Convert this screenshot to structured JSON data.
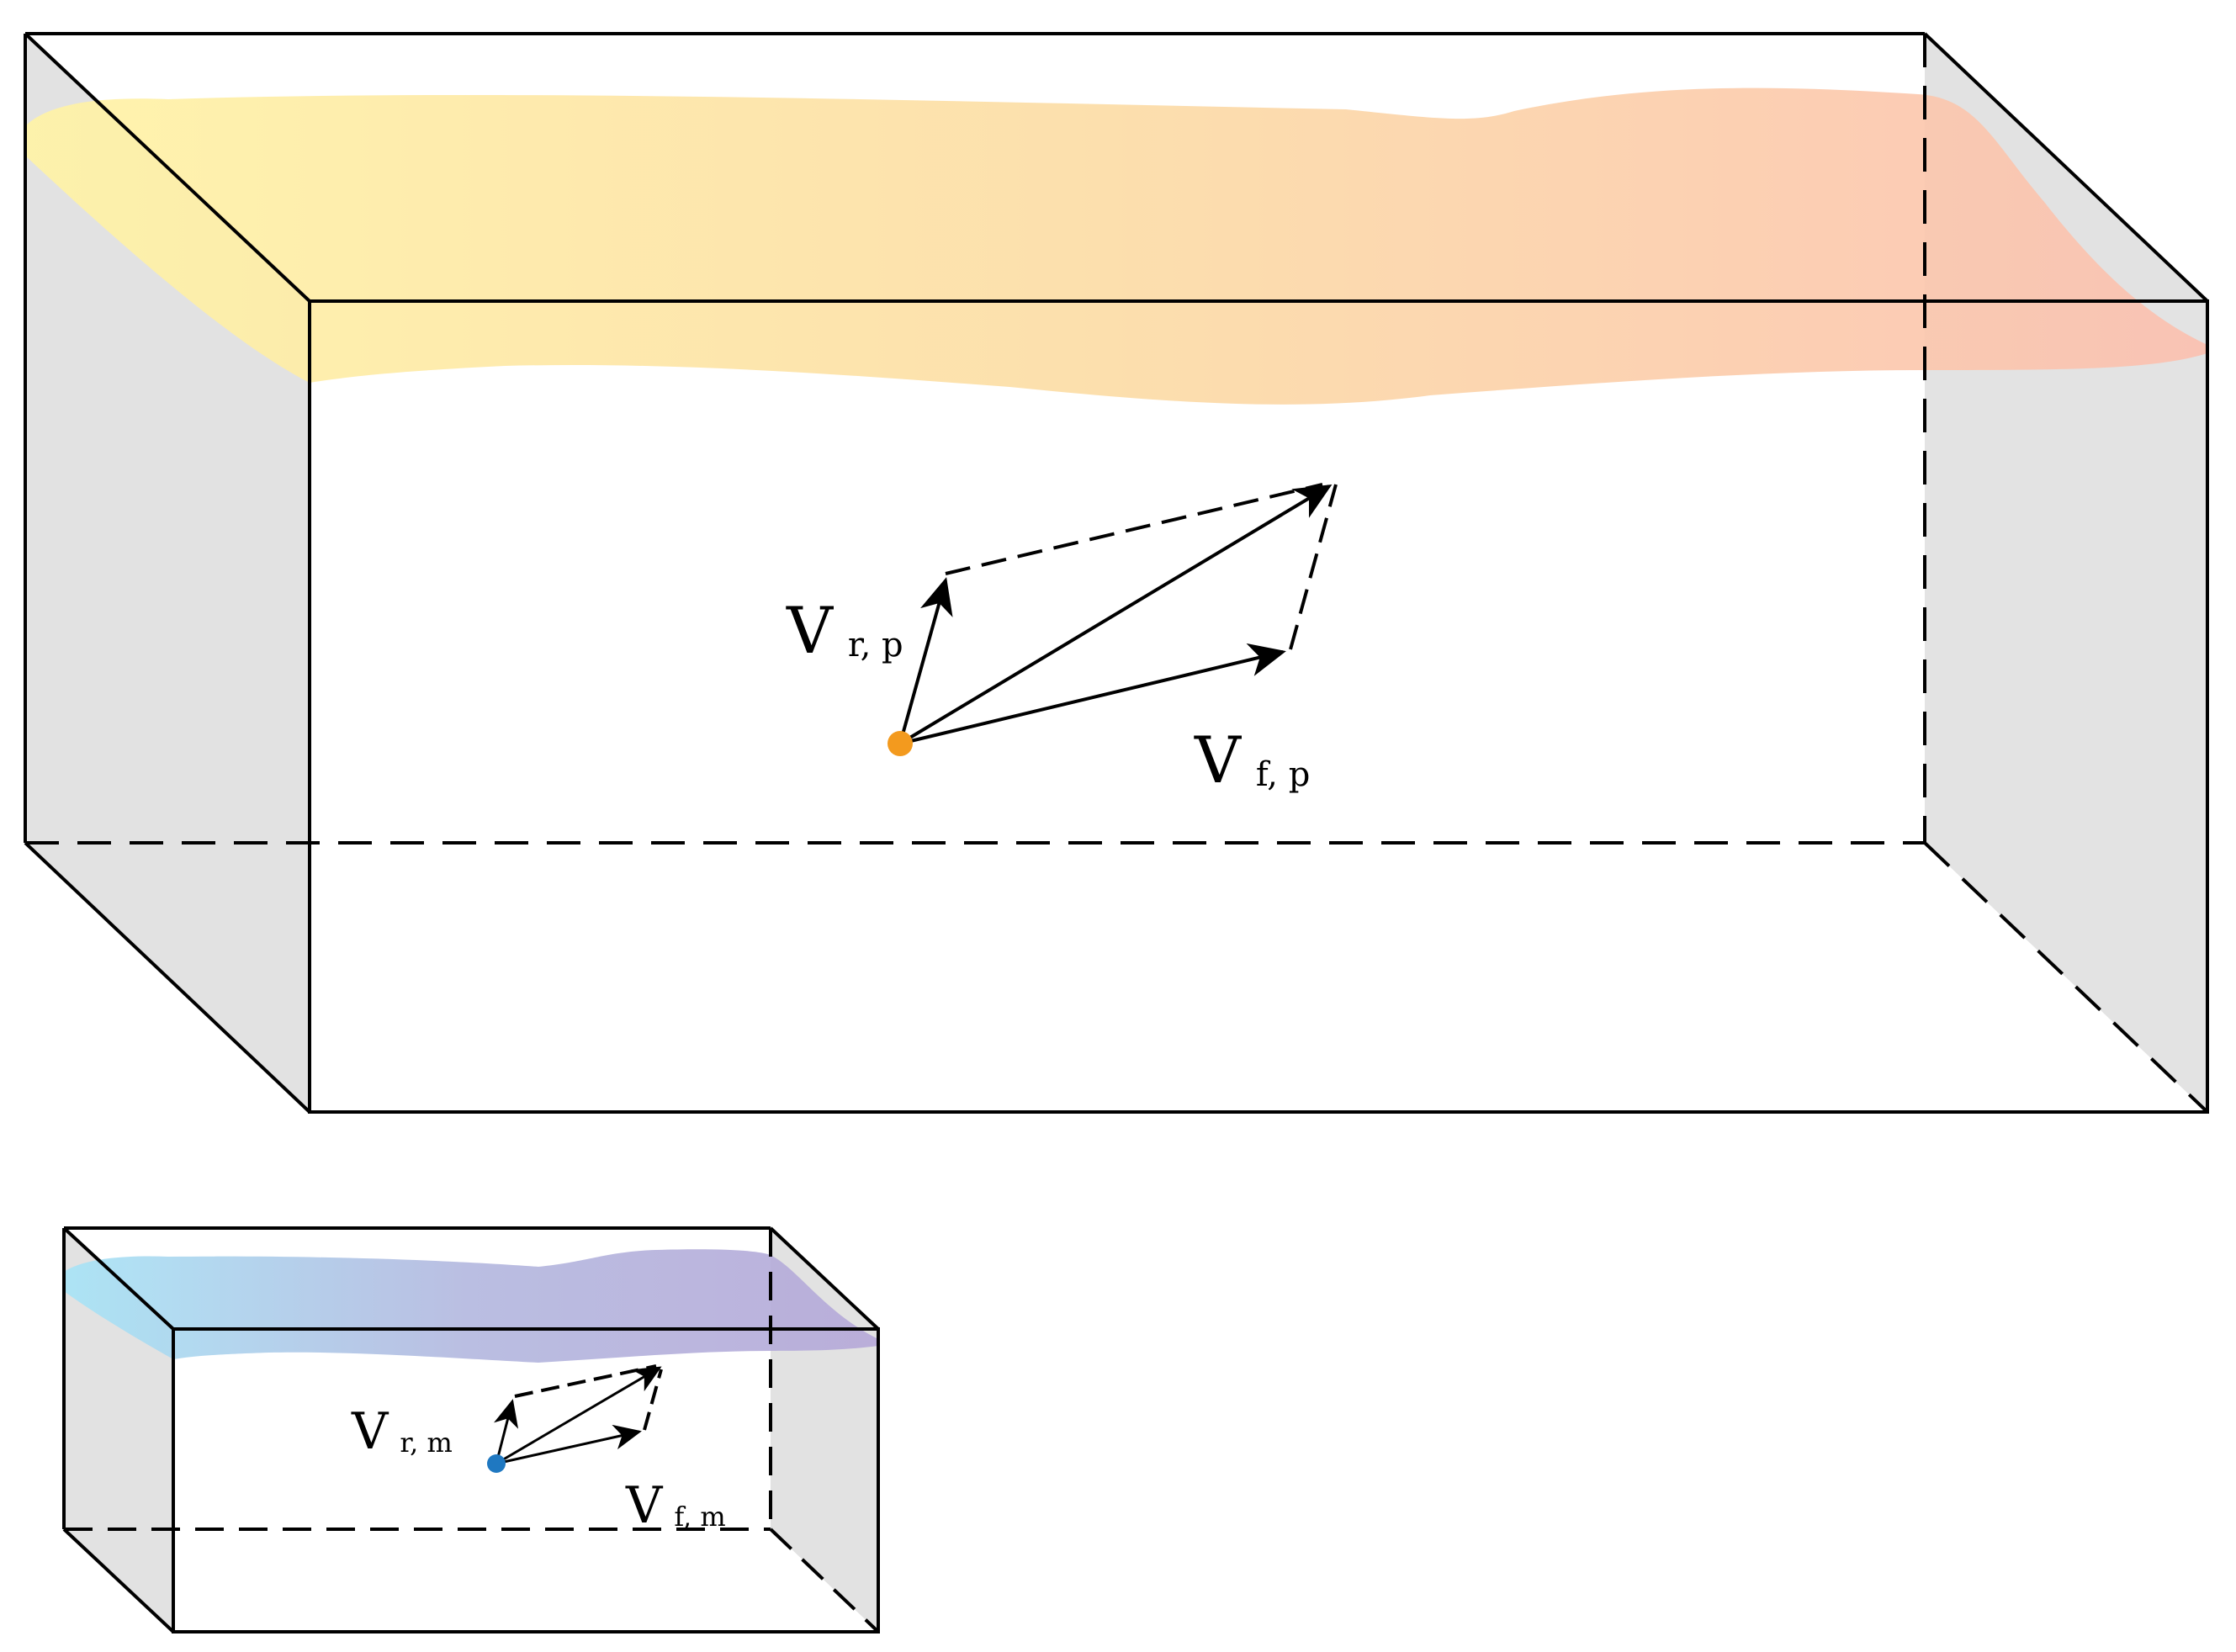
{
  "prototype": {
    "label_r_main": "V",
    "label_r_sub": "r, p",
    "label_f_main": "V",
    "label_f_sub": "f, p",
    "colors": {
      "surface_start": "#fff3a6",
      "surface_end": "#fbc0b0",
      "particle": "#f39a1e",
      "side_wall": "#e2e2e2"
    }
  },
  "model": {
    "label_r_main": "V",
    "label_r_sub": "r, m",
    "label_f_main": "V",
    "label_f_sub": "f, m",
    "colors": {
      "surface_start": "#a8e4f6",
      "surface_end": "#b6a9d8",
      "particle": "#1f78c1",
      "side_wall": "#e2e2e2"
    }
  }
}
